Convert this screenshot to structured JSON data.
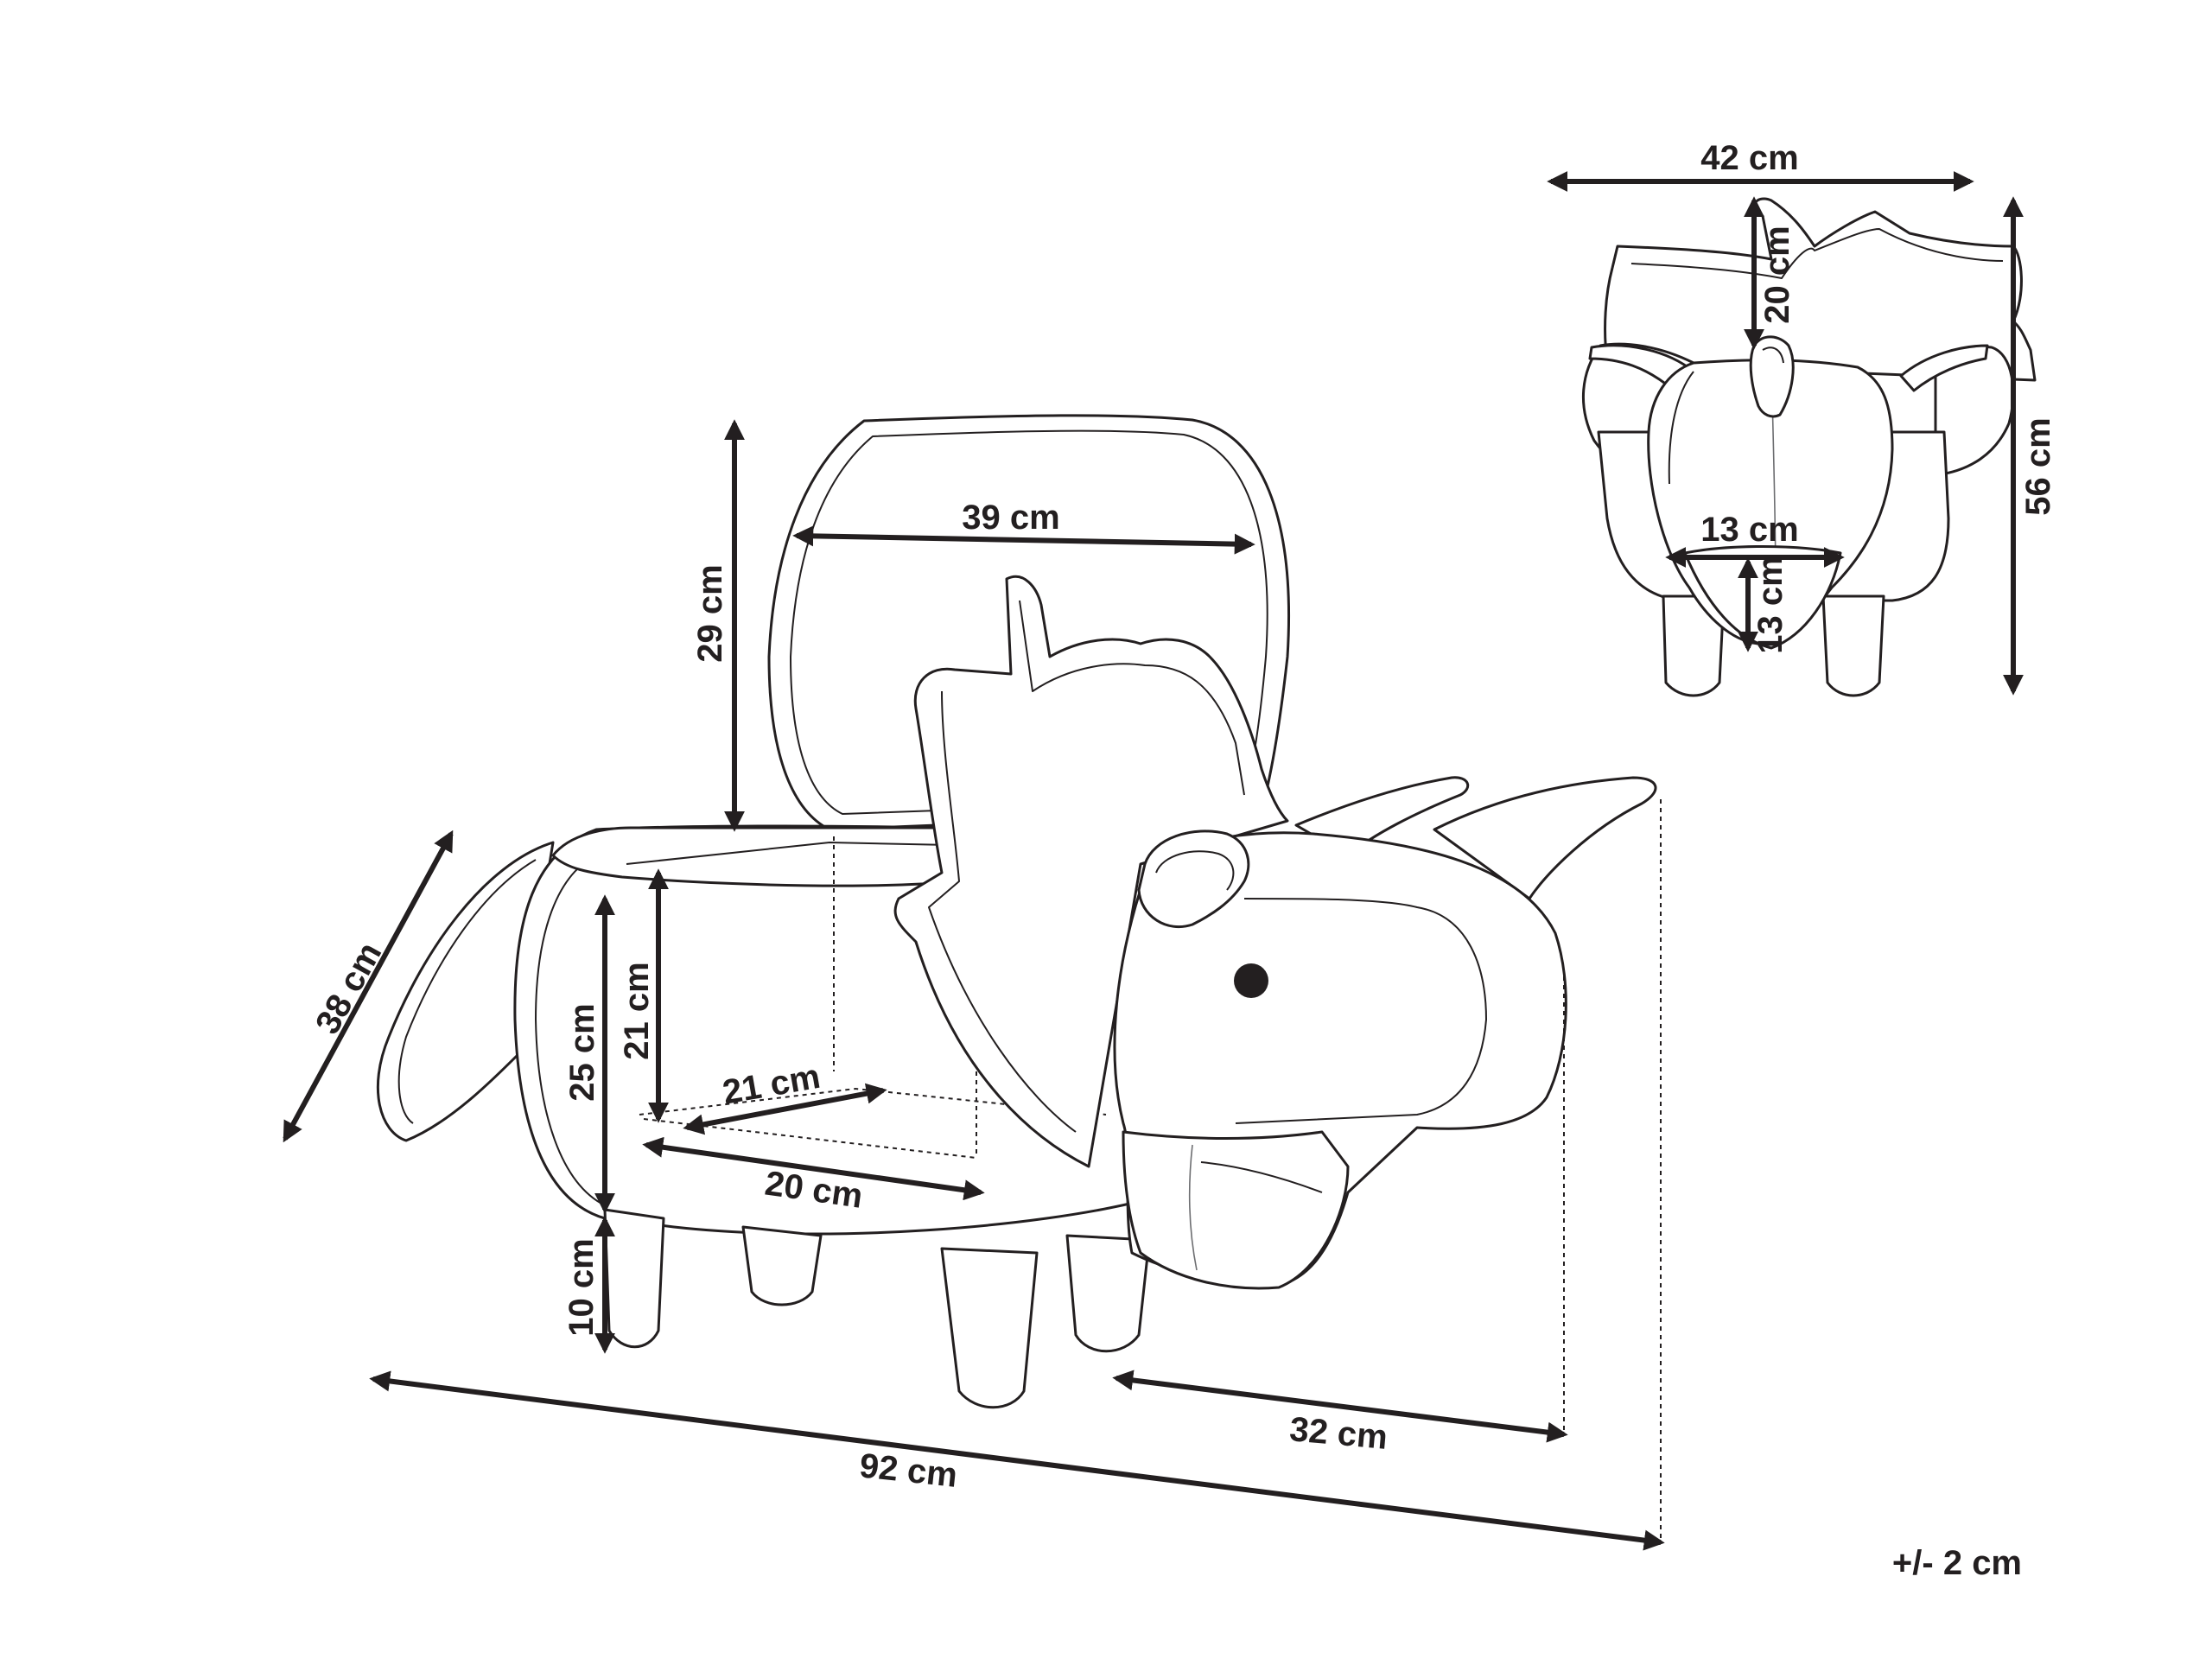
{
  "dimensions": {
    "lid_width": "39 cm",
    "lid_height": "29 cm",
    "body_depth": "38 cm",
    "body_height": "25 cm",
    "storage_height": "21 cm",
    "storage_depth": "21 cm",
    "storage_width": "20 cm",
    "leg_height": "10 cm",
    "head_length": "32 cm",
    "total_length": "92 cm",
    "front_width": "42 cm",
    "frill_height": "20 cm",
    "total_height": "56 cm",
    "snout_width": "13 cm",
    "snout_height": "13 cm"
  },
  "tolerance": "+/- 2 cm",
  "colors": {
    "line": "#231f20",
    "background": "#ffffff"
  }
}
